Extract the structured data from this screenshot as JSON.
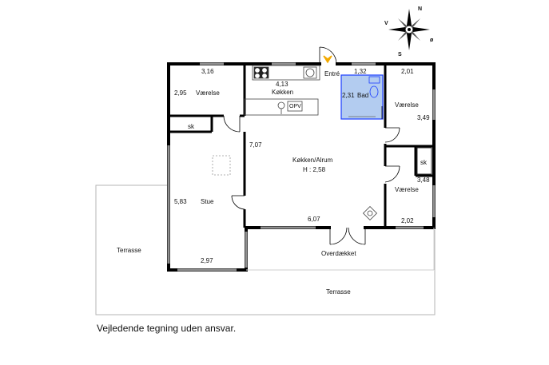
{
  "compass": {
    "n": "N",
    "s": "S",
    "v": "V",
    "o": "ø"
  },
  "rooms": {
    "vaerelse_1": {
      "name": "Værelse",
      "width": "3,16",
      "depth": "2,95"
    },
    "sk_1": "sk",
    "koekken": {
      "name": "Køkken",
      "width": "4,13"
    },
    "opv": "OPV",
    "entre": "Entré",
    "bad": {
      "name": "Bad",
      "width": "1,32",
      "area": "2,31"
    },
    "vaerelse_2": {
      "name": "Værelse",
      "width": "2,01",
      "depth": "3,49"
    },
    "koekken_alrum": {
      "name": "Køkken/Alrum",
      "height": "H : 2,58",
      "depth": "7,07",
      "width": "6,07"
    },
    "sk_2": "sk",
    "vaerelse_3": {
      "name": "Værelse",
      "depth": "3,48",
      "width": "2,02"
    },
    "stue": {
      "name": "Stue",
      "depth": "5,83",
      "width": "2,97"
    },
    "overdaekket": "Overdækket",
    "terrasse_1": "Terrasse",
    "terrasse_2": "Terrasse"
  },
  "disclaimer": "Vejledende tegning uden ansvar.",
  "colors": {
    "wall": "#000000",
    "window": "#9a9a9a",
    "bath_fill": "#b3ccf0",
    "bath_wall": "#1a3cff",
    "entry_arrow": "#f2a900"
  }
}
